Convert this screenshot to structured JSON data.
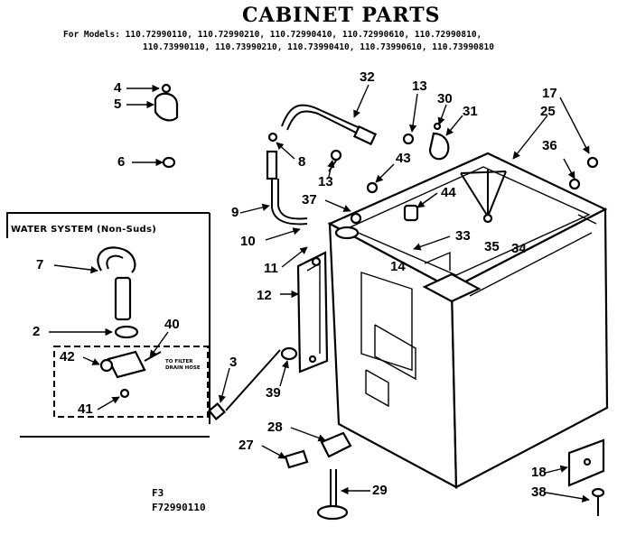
{
  "title": "CABINET PARTS",
  "models_line1": "For Models: 110.72990110, 110.72990210, 110.72990410, 110.72990610, 110.72990810,",
  "models_line2": "110.73990110, 110.73990210, 110.73990410, 110.73990610, 110.73990810",
  "inset_label": "WATER SYSTEM (Non-Suds)",
  "note_text": "TO FILTER DRAIN HOSE",
  "figure_code": "F3",
  "figure_number": "F72990110",
  "callouts": [
    {
      "id": "c4",
      "text": "4"
    },
    {
      "id": "c5",
      "text": "5"
    },
    {
      "id": "c6",
      "text": "6"
    },
    {
      "id": "c32",
      "text": "32"
    },
    {
      "id": "c13a",
      "text": "13"
    },
    {
      "id": "c30",
      "text": "30"
    },
    {
      "id": "c31",
      "text": "31"
    },
    {
      "id": "c17",
      "text": "17"
    },
    {
      "id": "c25",
      "text": "25"
    },
    {
      "id": "c8",
      "text": "8"
    },
    {
      "id": "c13b",
      "text": "13"
    },
    {
      "id": "c43",
      "text": "43"
    },
    {
      "id": "c36",
      "text": "36"
    },
    {
      "id": "c9",
      "text": "9"
    },
    {
      "id": "c37",
      "text": "37"
    },
    {
      "id": "c44",
      "text": "44"
    },
    {
      "id": "c10",
      "text": "10"
    },
    {
      "id": "c33",
      "text": "33"
    },
    {
      "id": "c35",
      "text": "35"
    },
    {
      "id": "c34",
      "text": "34"
    },
    {
      "id": "c11",
      "text": "11"
    },
    {
      "id": "c14",
      "text": "14"
    },
    {
      "id": "c7",
      "text": "7"
    },
    {
      "id": "c12",
      "text": "12"
    },
    {
      "id": "c2",
      "text": "2"
    },
    {
      "id": "c40",
      "text": "40"
    },
    {
      "id": "c3",
      "text": "3"
    },
    {
      "id": "c42",
      "text": "42"
    },
    {
      "id": "c39",
      "text": "39"
    },
    {
      "id": "c41",
      "text": "41"
    },
    {
      "id": "c28",
      "text": "28"
    },
    {
      "id": "c27",
      "text": "27"
    },
    {
      "id": "c18",
      "text": "18"
    },
    {
      "id": "c29",
      "text": "29"
    },
    {
      "id": "c38",
      "text": "38"
    }
  ]
}
